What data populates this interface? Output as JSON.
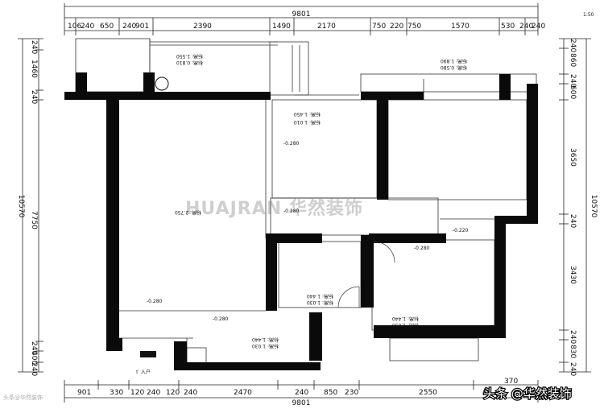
{
  "top_tick_small": "1:50",
  "dims": {
    "top_total": "9801",
    "top_segments": [
      "106",
      "240",
      "650",
      "240",
      "901",
      "2390",
      "1490",
      "2170",
      "750",
      "220",
      "750",
      "1570",
      "530",
      "240",
      "240"
    ],
    "bottom_total": "9801",
    "bottom_segments": [
      "901",
      "330",
      "120",
      "240",
      "120",
      "240",
      "2470",
      "240",
      "850",
      "230",
      "2550",
      "370"
    ],
    "left_total": "10570",
    "left_segments": [
      "240",
      "1460",
      "240",
      "7750",
      "240",
      "400",
      "240"
    ],
    "right_total": "10570",
    "right_segments": [
      "240",
      "860",
      "240",
      "600",
      "3650",
      "240",
      "3430",
      "240",
      "830",
      "240"
    ]
  },
  "levels": {
    "study": "-0.280",
    "study_label": "标高: 1.010",
    "study_label2": "标高: 1.450",
    "living": "-0.280",
    "living_label": "标高: 2.750",
    "entrance": "-0.280",
    "kitchen_label": "标高: 1.030",
    "kitchen_label2": "标高: 1.440",
    "balcony_label": "标高: 0.810",
    "balcony_label2": "标高: 1.550",
    "bath": "-0.280",
    "bath_label": "标高: 1.030",
    "bath_label2": "标高: 1.440",
    "bedroom": "-0.280",
    "bedroom_b": "-0.220",
    "bedroom_label": "标高: 1.030",
    "bedroom_label2": "标高: 1.440",
    "master_label": "标高: 0.580",
    "master_label2": "标高: 1.890",
    "hall": "-0.280",
    "dining_label": "标高: 1.030",
    "dining_label2": "标高: 1.440"
  },
  "watermark": "HUAJRAN 华然装饰",
  "source_hint": "头条@华然装饰",
  "credit": "头条 @华然装饰"
}
